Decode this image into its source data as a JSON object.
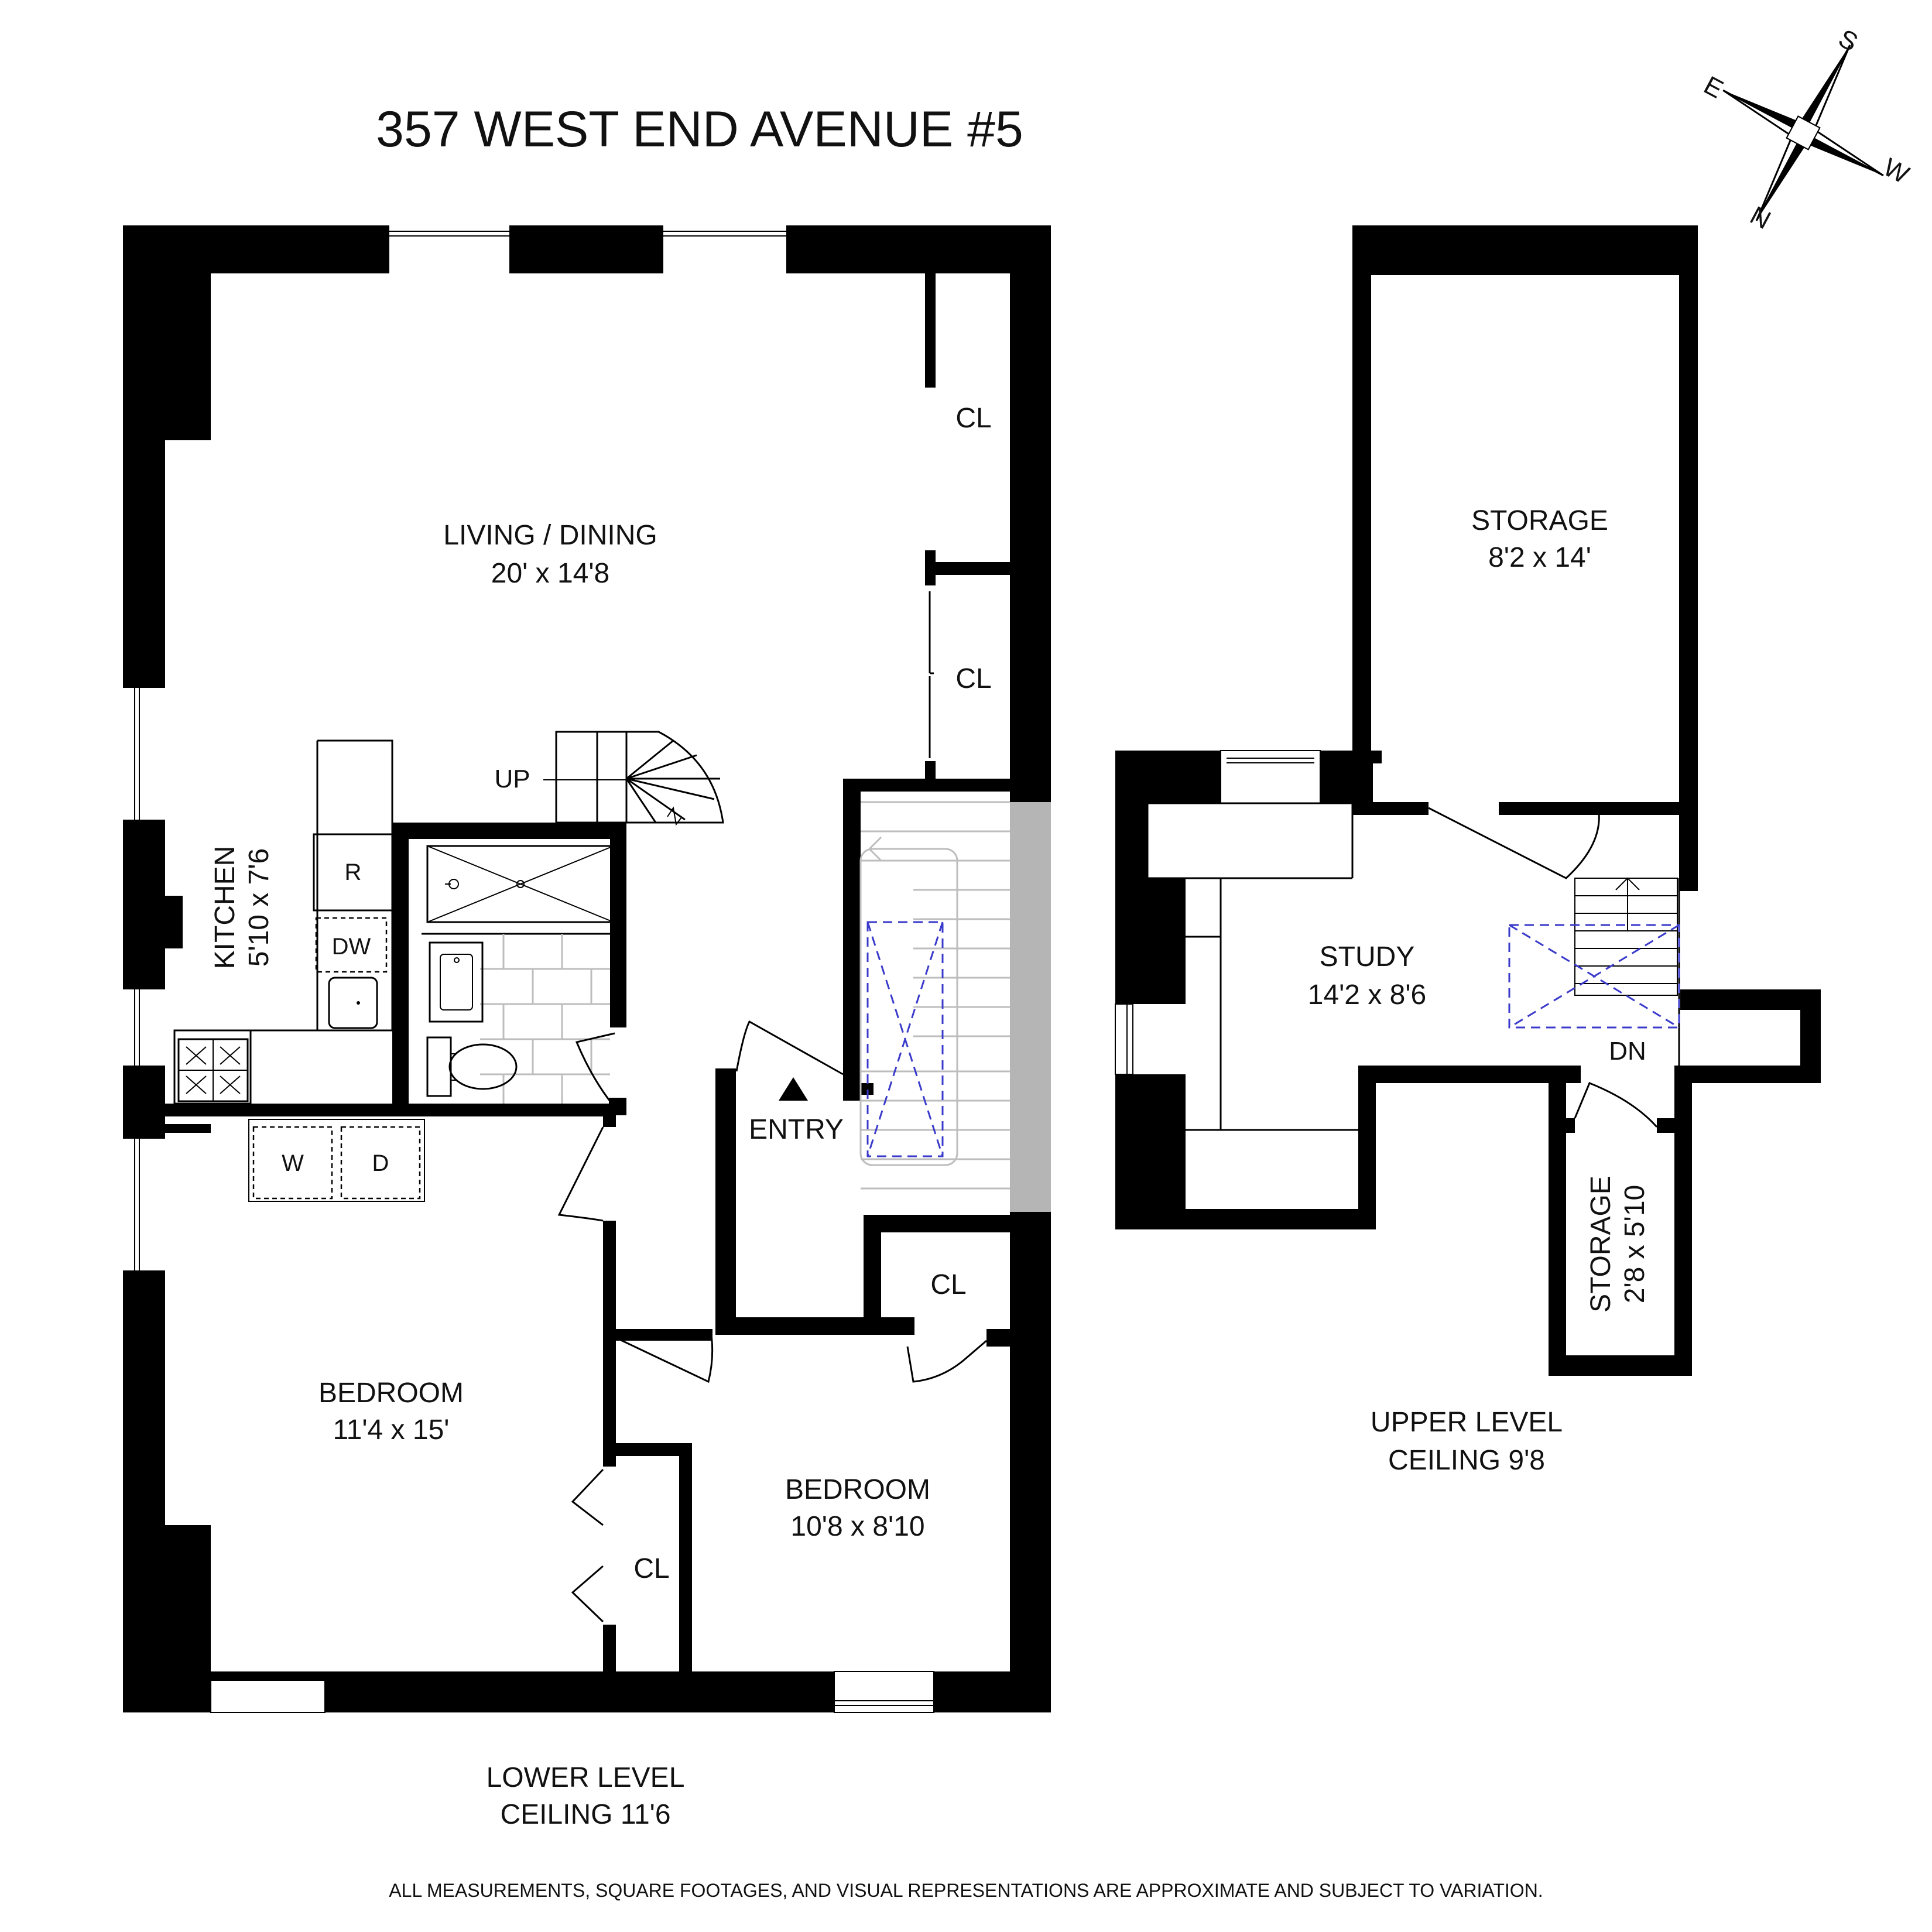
{
  "title": "357 WEST END  AVENUE #5",
  "compass": {
    "labels": {
      "n": "N",
      "s": "S",
      "e": "E",
      "w": "W"
    }
  },
  "lower_level": {
    "label": "LOWER LEVEL",
    "ceiling": "CEILING 11'6",
    "rooms": {
      "living_dining": {
        "name": "LIVING / DINING",
        "dims": "20' x 14'8"
      },
      "kitchen": {
        "name": "KITCHEN",
        "dims": "5'10 x 7'6"
      },
      "bedroom_1": {
        "name": "BEDROOM",
        "dims": "11'4 x 15'"
      },
      "bedroom_2": {
        "name": "BEDROOM",
        "dims": "10'8 x 8'10"
      }
    },
    "labels": {
      "closet_1": "CL",
      "closet_2": "CL",
      "closet_3": "CL",
      "closet_4": "CL",
      "stair_up": "UP",
      "entry": "ENTRY",
      "refrigerator": "R",
      "dishwasher": "DW",
      "washer": "W",
      "dryer": "D"
    }
  },
  "upper_level": {
    "label": "UPPER LEVEL",
    "ceiling": "CEILING 9'8",
    "rooms": {
      "storage_main": {
        "name": "STORAGE",
        "dims": "8'2 x 14'"
      },
      "study": {
        "name": "STUDY",
        "dims": "14'2 x 8'6"
      },
      "storage_small": {
        "name": "STORAGE",
        "dims": "2'8 x 5'10"
      }
    },
    "labels": {
      "stair_down": "DN"
    }
  },
  "disclaimer": "ALL MEASUREMENTS, SQUARE FOOTAGES, AND VISUAL REPRESENTATIONS ARE APPROXIMATE AND SUBJECT TO VARIATION."
}
